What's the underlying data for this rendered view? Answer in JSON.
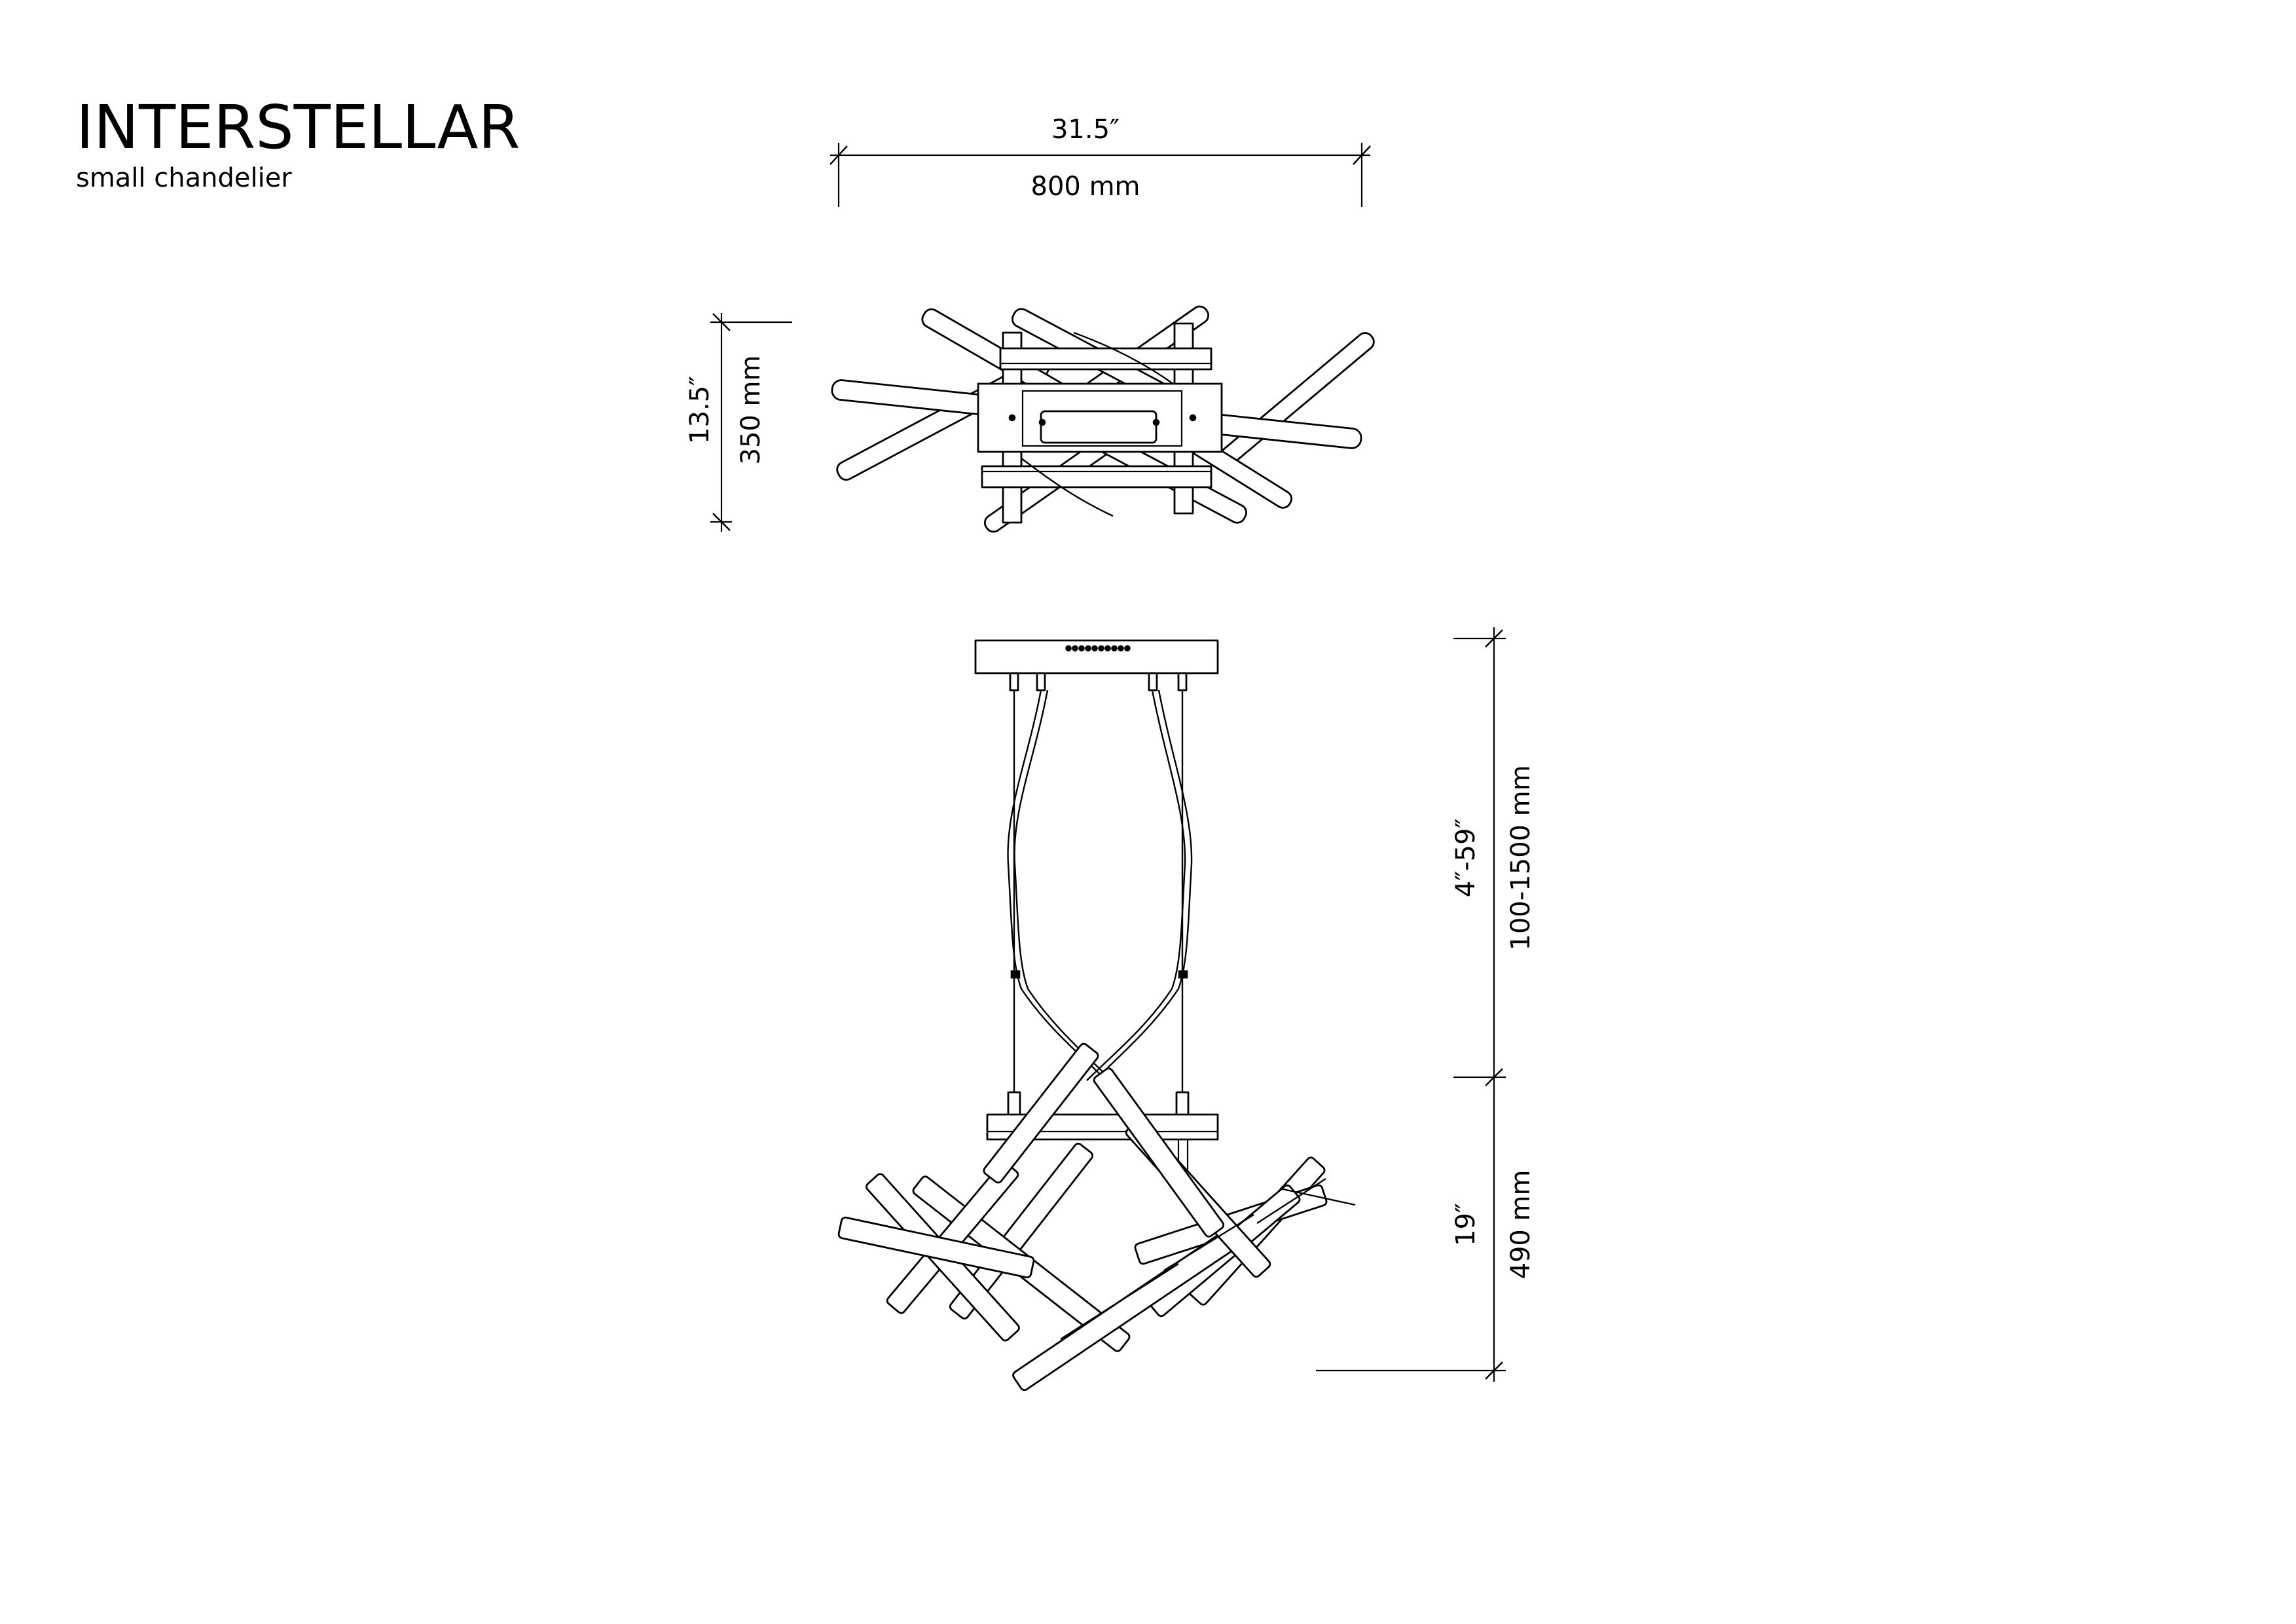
{
  "title_block": {
    "product_name": "INTERSTELLAR",
    "product_type": "small chandelier"
  },
  "dimensions": {
    "width": {
      "imperial": "31.5″",
      "metric": "800 mm"
    },
    "top_view_depth": {
      "imperial": "13.5″",
      "metric": "350 mm"
    },
    "suspension_length": {
      "imperial": "4″-59″",
      "metric": "100-1500 mm"
    },
    "body_height": {
      "imperial": "19″",
      "metric": "490 mm"
    }
  },
  "colors": {
    "line": "#000000",
    "background": "#ffffff"
  }
}
